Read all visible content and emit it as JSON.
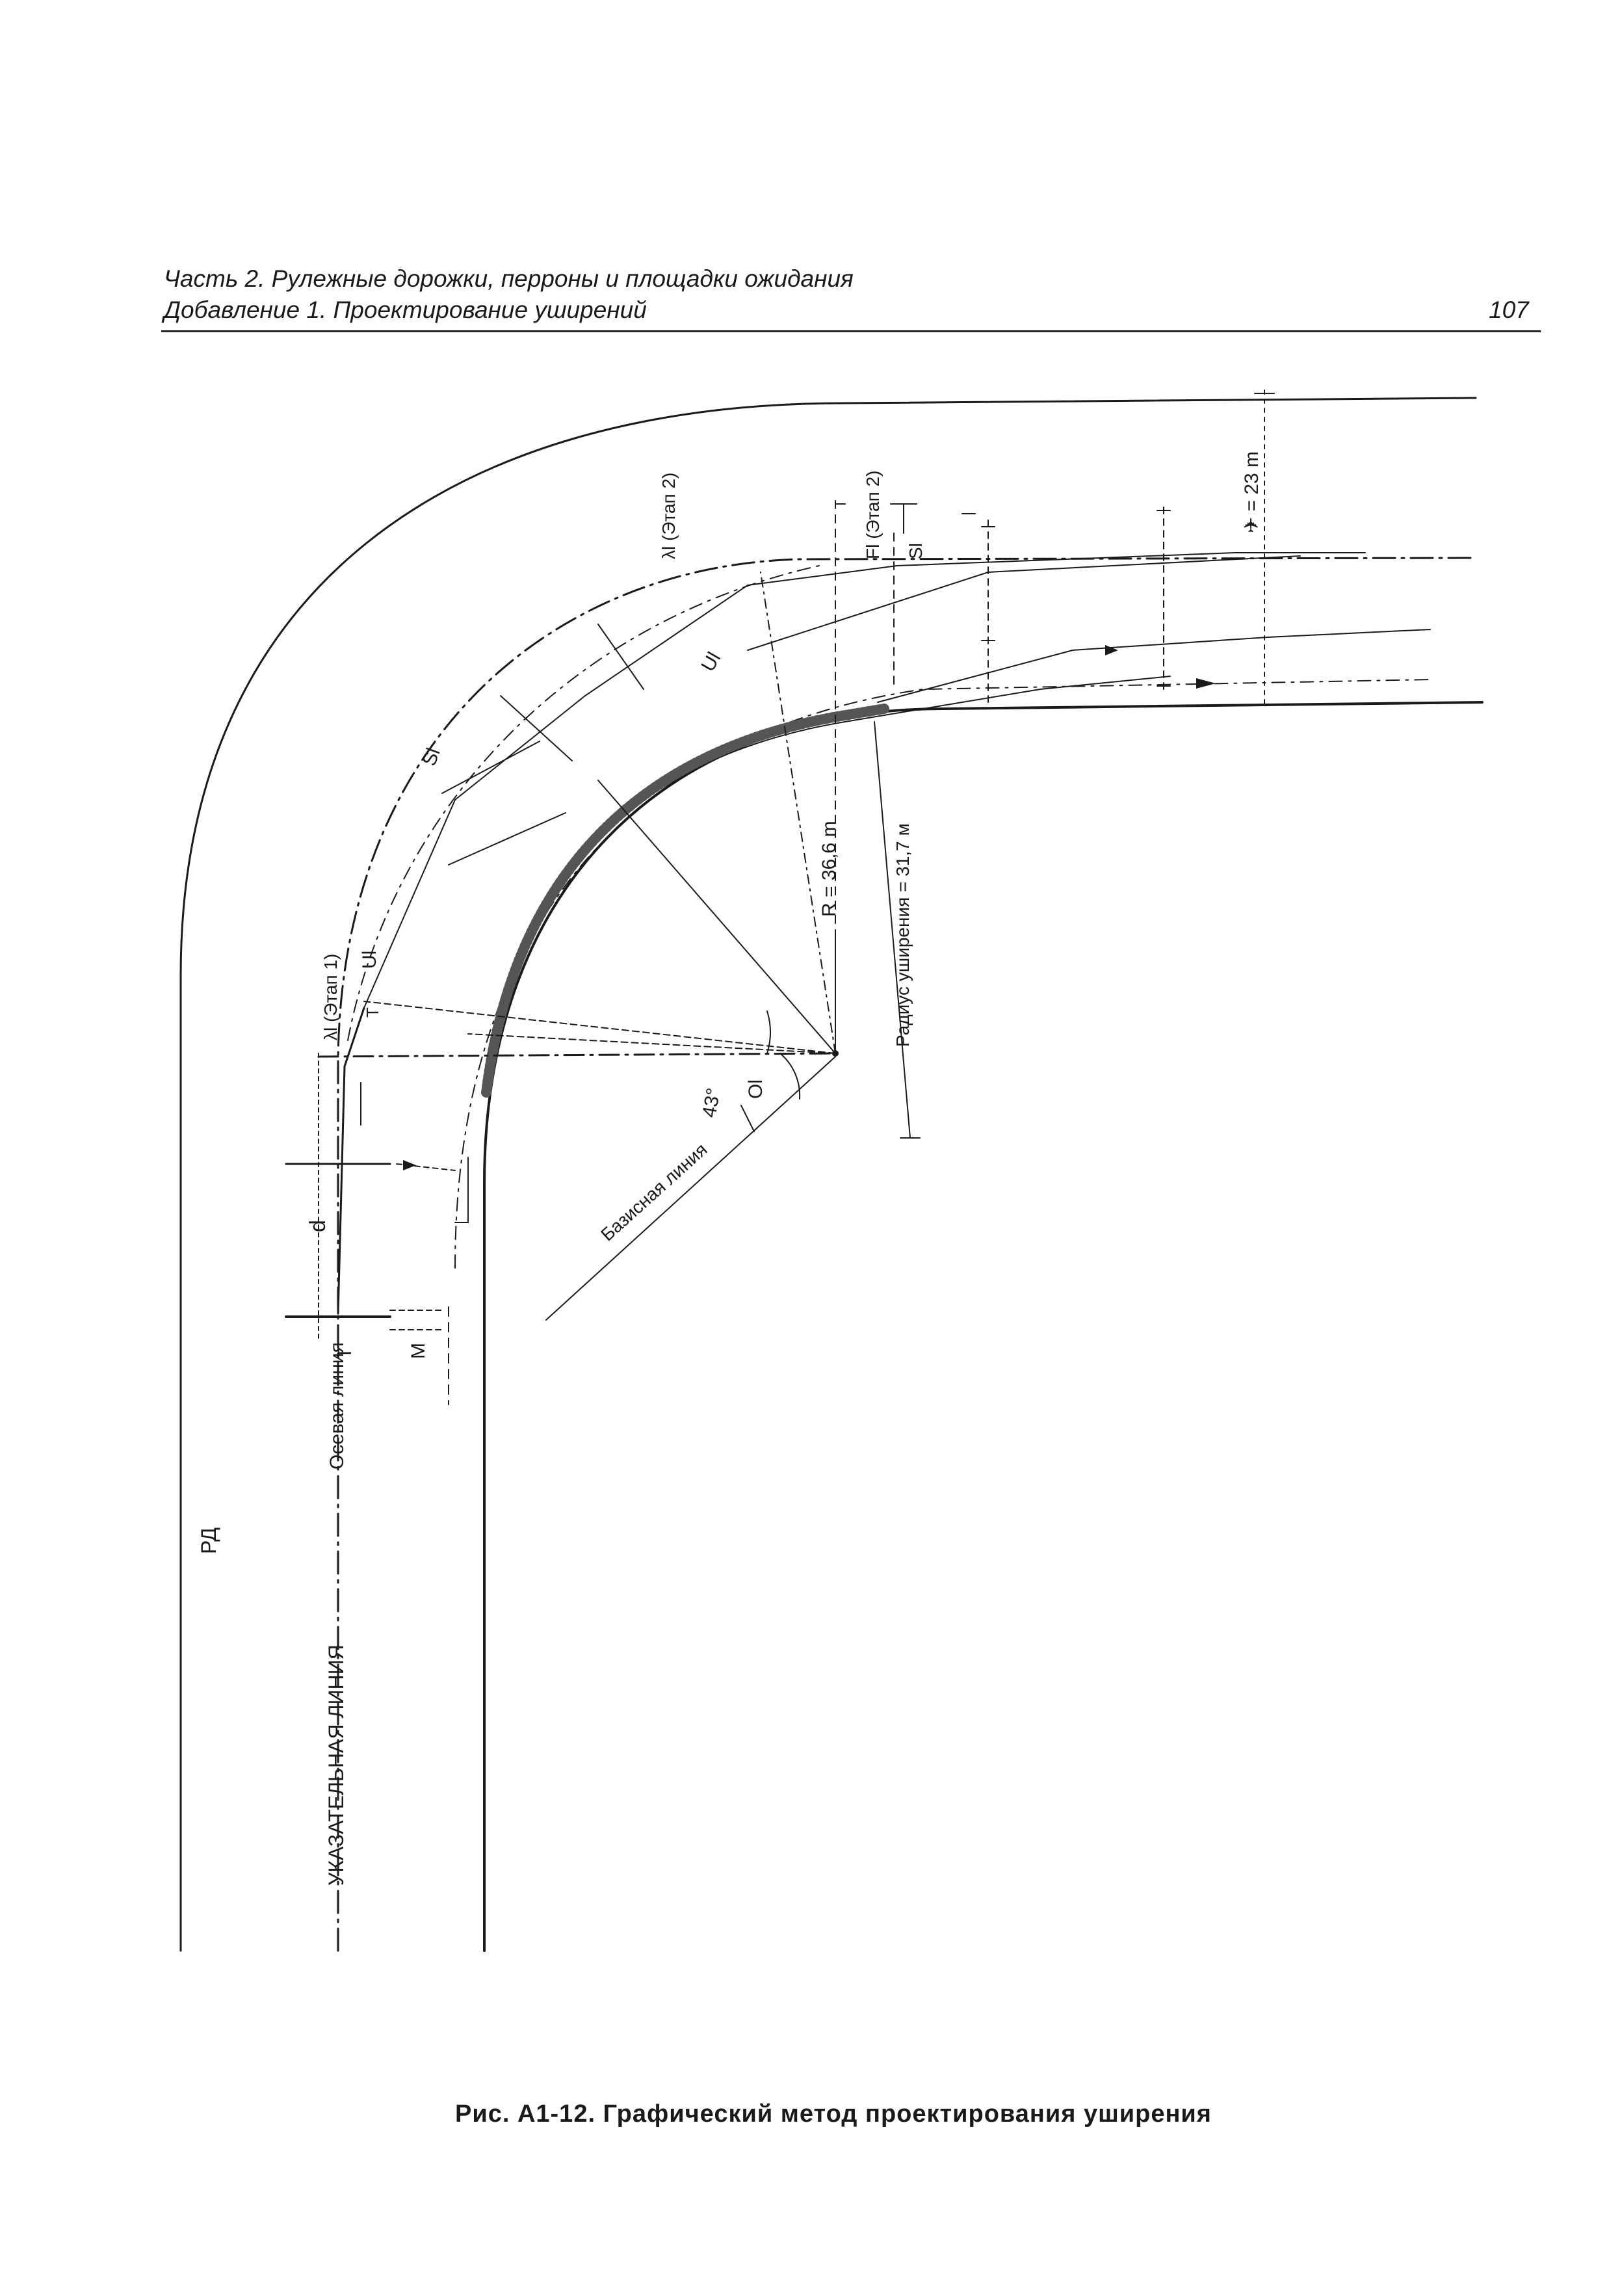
{
  "header": {
    "line1": "Часть 2. Рулежные дорожки, перроны и площадки ожидания",
    "line2": "Добавление 1. Проектирование уширений",
    "page_number": "107"
  },
  "figure": {
    "labels": {
      "lambda_stage2": "λl (Этап 2)",
      "F_stage2": "Fl (Этап 2)",
      "S_top": "Sl",
      "width_23": "✈ = 23 m",
      "U_top": "Ul",
      "S_left": "Sl",
      "U_left": "Ul",
      "lambda_stage1": "λl (Этап 1)",
      "T_small": "T",
      "R": "R = 36,6 m",
      "radius_widening": "Радиус уширения = 31,7 м",
      "O": "Ol",
      "angle": "43°",
      "base_line": "Базисная линия",
      "d": "d",
      "T": "T",
      "M": "M",
      "centerline": "Осевая линия",
      "guide_line": "УКАЗАТЕЛЬНАЯ ЛИНИЯ",
      "rd": "РД"
    }
  },
  "caption": "Рис. A1-12. Графический метод проектирования уширения"
}
